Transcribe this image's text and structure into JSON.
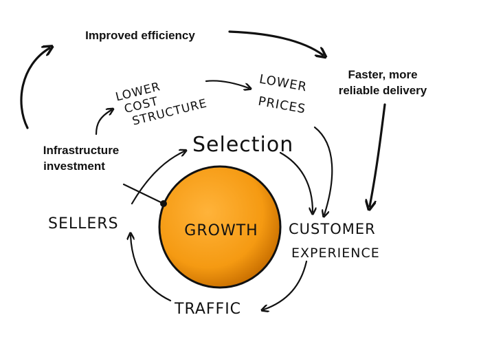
{
  "labels": {
    "improved_efficiency": "Improved efficiency",
    "faster_line1": "Faster, more",
    "faster_line2": "reliable delivery",
    "infra_line1": "Infrastructure",
    "infra_line2": "investment",
    "lower_cost_line1": "LOWER",
    "lower_cost_line2": "COST",
    "lower_cost_line3": "STRUCTURE",
    "lower_prices_line1": "LOWER",
    "lower_prices_line2": "PRICES",
    "selection": "Selection",
    "sellers": "SELLERS",
    "growth": "GROWTH",
    "customer_line1": "CUSTOMER",
    "customer_line2": "EXPERIENCE",
    "traffic": "TRAFFIC"
  },
  "colors": {
    "growth_fill": "#F59A12",
    "growth_edge": "#C96F00",
    "ink": "#111111"
  }
}
